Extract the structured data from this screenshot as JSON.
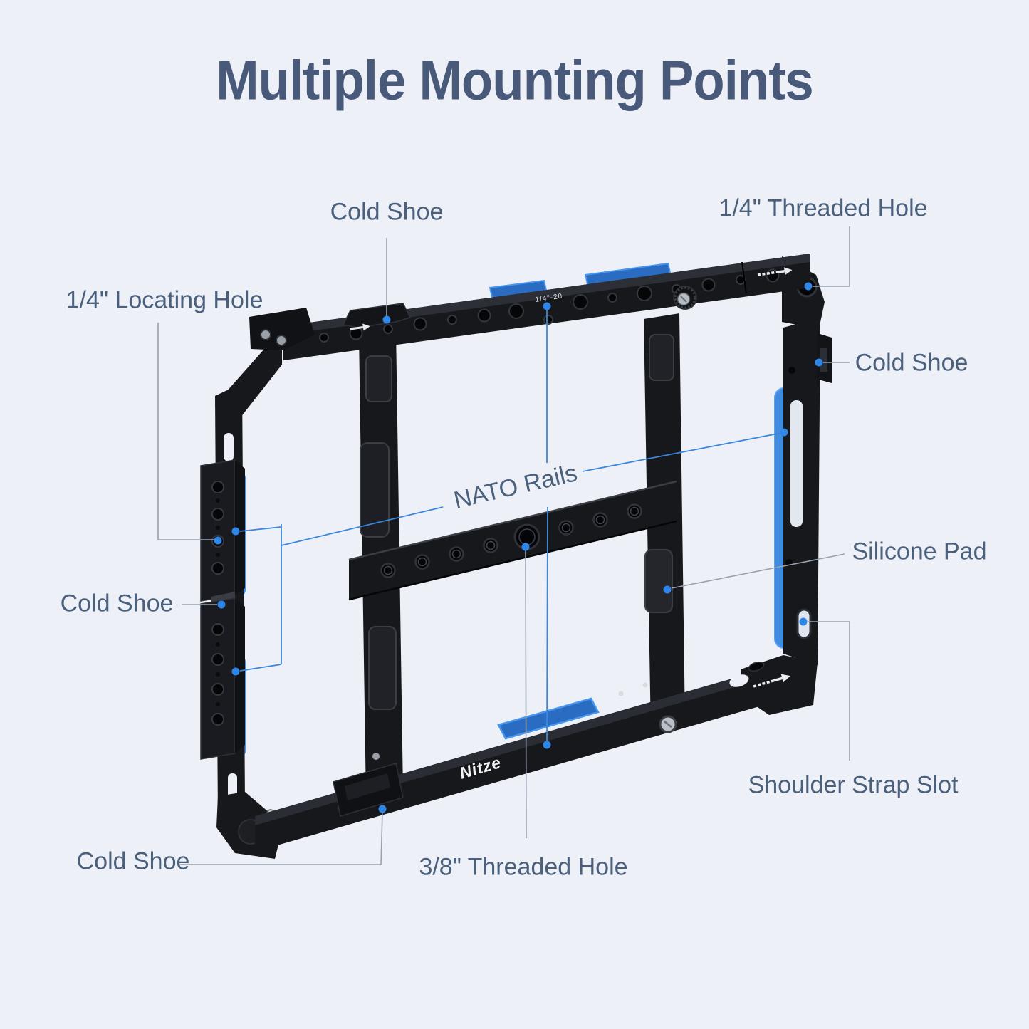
{
  "title": "Multiple Mounting Points",
  "brand": "Nitze",
  "engravings": {
    "thread_size": "1/4\"-20"
  },
  "colors": {
    "background": "#edf1f7",
    "title_text": "#48597a",
    "label_text": "#4b607c",
    "callout_line_gray": "#98a1ae",
    "callout_line_blue": "#3b87dc",
    "marker_dot_blue": "#2e86e6",
    "cage_black": "#17181c",
    "silicone_pad_blue": "#3f8be0"
  },
  "callouts": [
    {
      "id": "cold-shoe-top",
      "text": "Cold Shoe"
    },
    {
      "id": "quarter-threaded-hole",
      "text": "1/4\" Threaded Hole"
    },
    {
      "id": "quarter-locating-hole",
      "text": "1/4\" Locating Hole"
    },
    {
      "id": "cold-shoe-left",
      "text": "Cold Shoe"
    },
    {
      "id": "nato-rails",
      "text": "NATO Rails"
    },
    {
      "id": "cold-shoe-right",
      "text": "Cold Shoe"
    },
    {
      "id": "silicone-pad",
      "text": "Silicone Pad"
    },
    {
      "id": "shoulder-strap-slot",
      "text": "Shoulder Strap Slot"
    },
    {
      "id": "cold-shoe-bottom",
      "text": "Cold Shoe"
    },
    {
      "id": "three-eighth-threaded-hole",
      "text": "3/8\" Threaded Hole"
    }
  ]
}
